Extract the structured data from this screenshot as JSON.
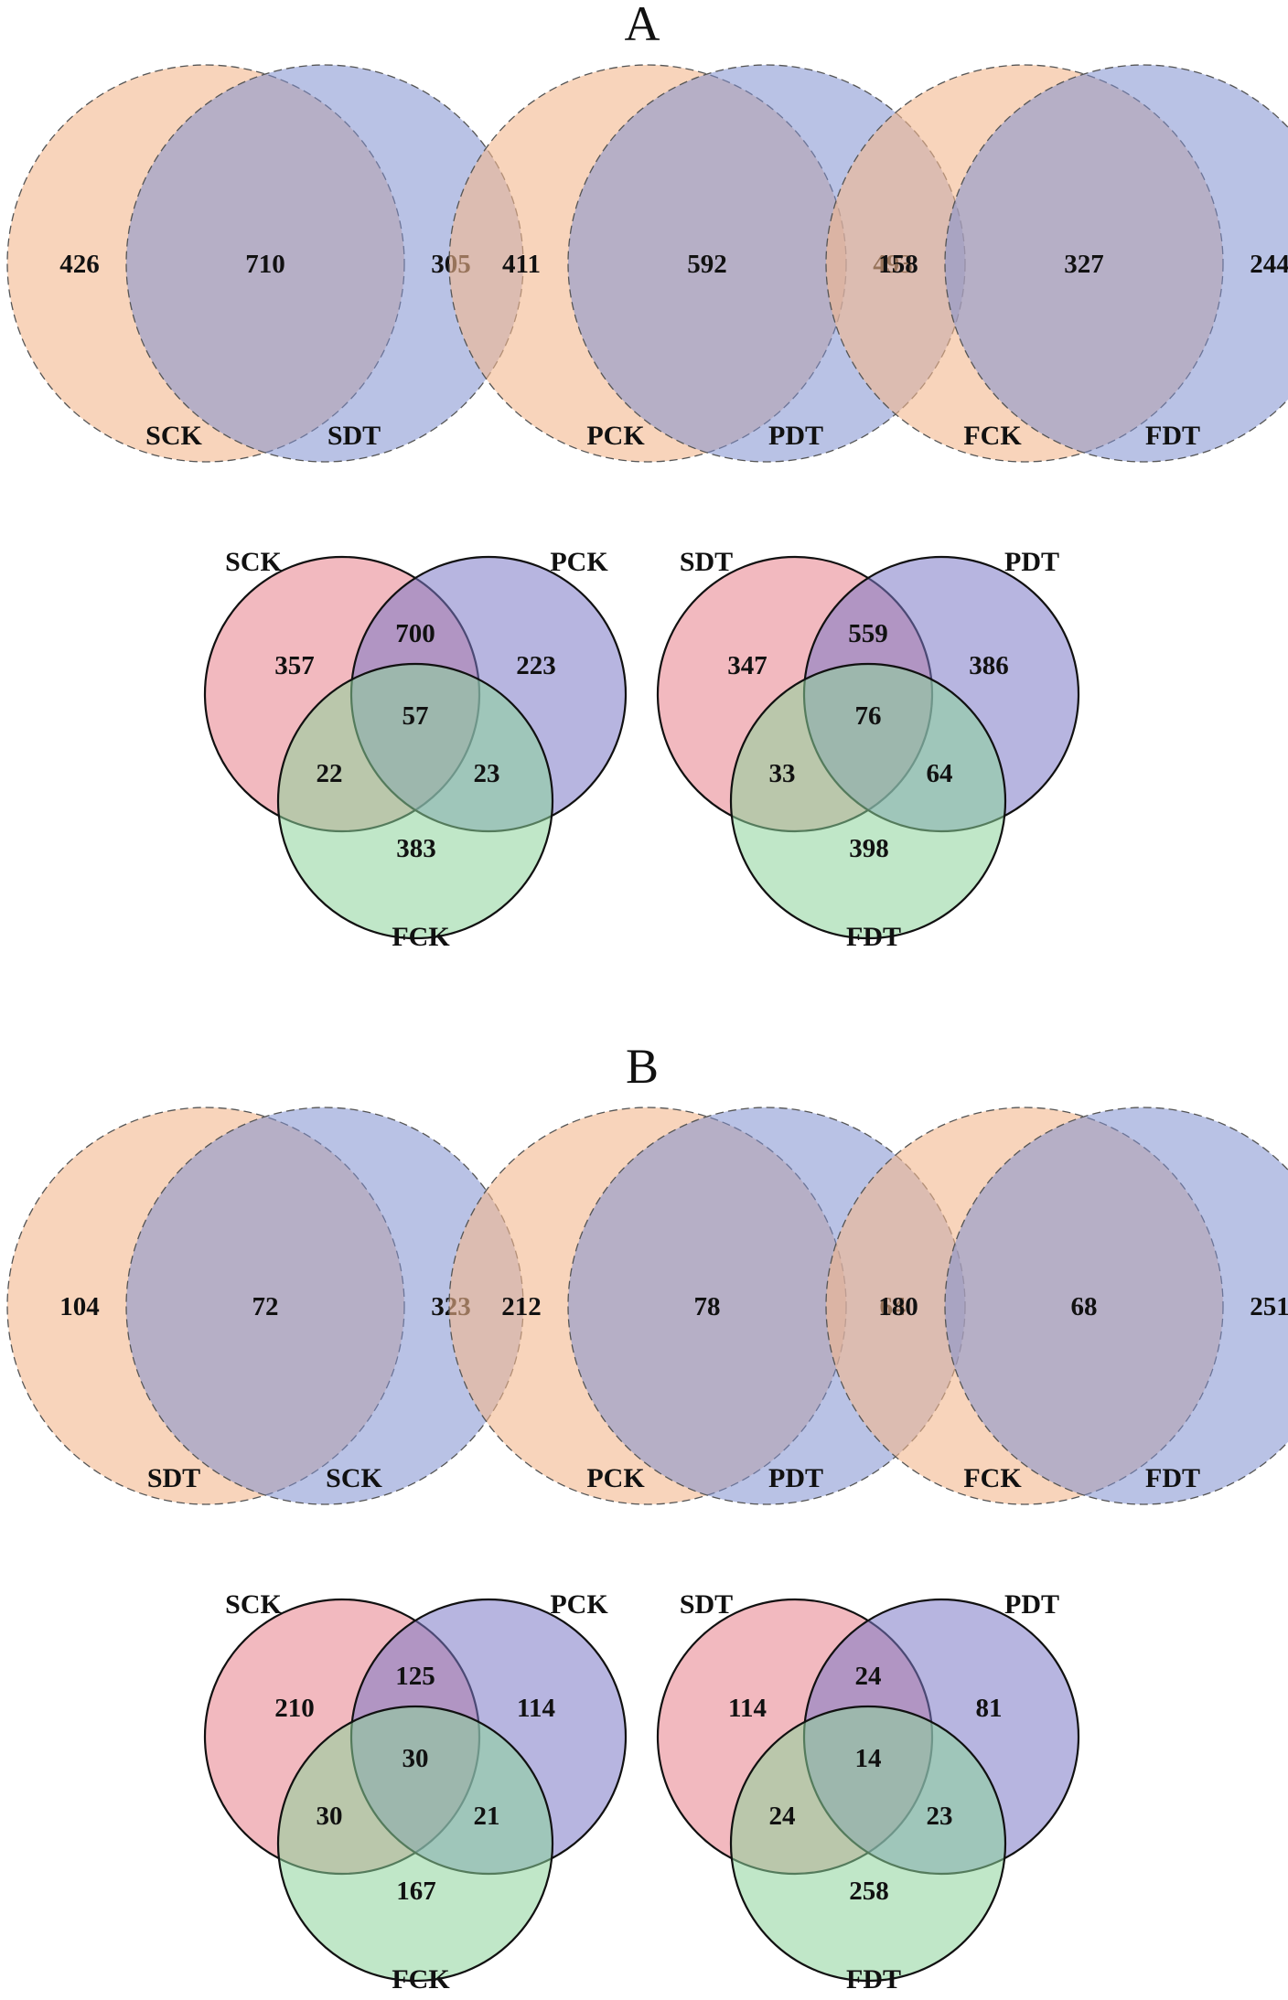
{
  "colors": {
    "two_left": "#f3b88e",
    "two_right": "#7f8fd0",
    "three_a": "#e8808a",
    "three_b": "#7b78c6",
    "three_c": "#8cd39a"
  },
  "panels": [
    {
      "letter": "A",
      "two_set": [
        {
          "left_label": "SCK",
          "right_label": "SDT",
          "left_only": "426",
          "both": "710",
          "right_only": "305"
        },
        {
          "left_label": "PCK",
          "right_label": "PDT",
          "left_only": "411",
          "both": "592",
          "right_only": "493"
        },
        {
          "left_label": "FCK",
          "right_label": "FDT",
          "left_only": "158",
          "both": "327",
          "right_only": "244"
        }
      ],
      "three_set": [
        {
          "a_label": "SCK",
          "b_label": "PCK",
          "c_label": "FCK",
          "a_only": "357",
          "b_only": "223",
          "c_only": "383",
          "ab": "700",
          "ac": "22",
          "bc": "23",
          "abc": "57"
        },
        {
          "a_label": "SDT",
          "b_label": "PDT",
          "c_label": "FDT",
          "a_only": "347",
          "b_only": "386",
          "c_only": "398",
          "ab": "559",
          "ac": "33",
          "bc": "64",
          "abc": "76"
        }
      ]
    },
    {
      "letter": "B",
      "two_set": [
        {
          "left_label": "SDT",
          "right_label": "SCK",
          "left_only": "104",
          "both": "72",
          "right_only": "323"
        },
        {
          "left_label": "PCK",
          "right_label": "PDT",
          "left_only": "212",
          "both": "78",
          "right_only": "64"
        },
        {
          "left_label": "FCK",
          "right_label": "FDT",
          "left_only": "180",
          "both": "68",
          "right_only": "251"
        }
      ],
      "three_set": [
        {
          "a_label": "SCK",
          "b_label": "PCK",
          "c_label": "FCK",
          "a_only": "210",
          "b_only": "114",
          "c_only": "167",
          "ab": "125",
          "ac": "30",
          "bc": "21",
          "abc": "30"
        },
        {
          "a_label": "SDT",
          "b_label": "PDT",
          "c_label": "FDT",
          "a_only": "114",
          "b_only": "81",
          "c_only": "258",
          "ab": "24",
          "ac": "24",
          "bc": "23",
          "abc": "14"
        }
      ]
    }
  ]
}
